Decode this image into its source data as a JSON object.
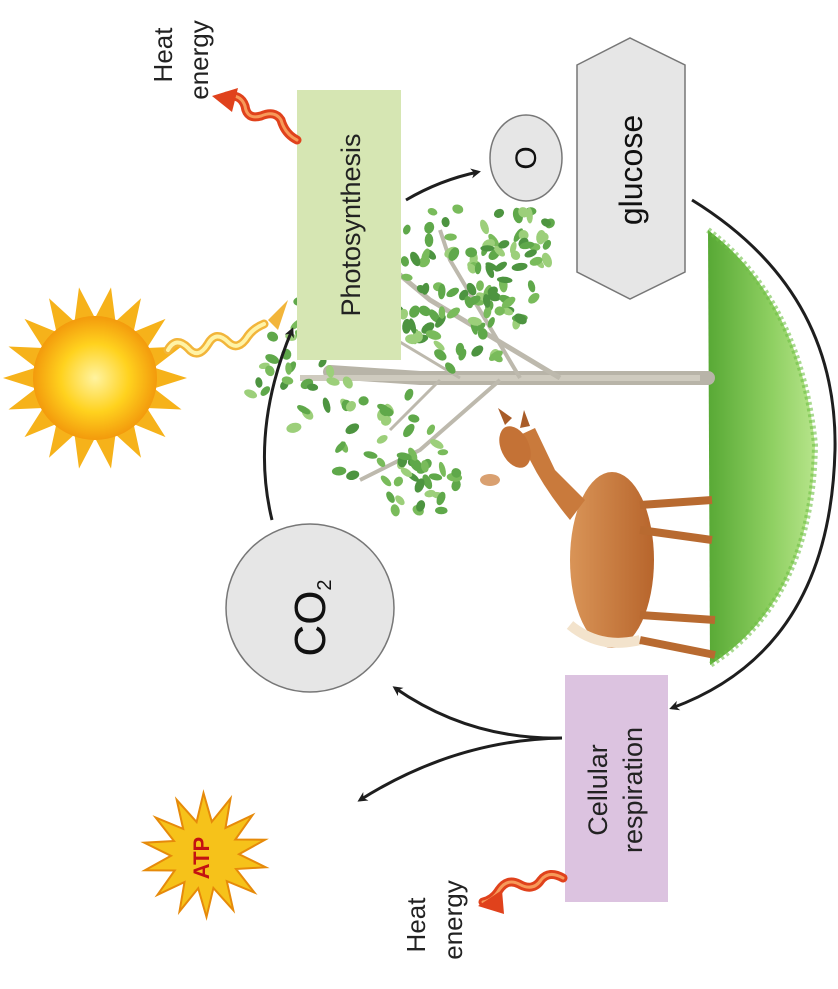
{
  "labels": {
    "heat_top": [
      "Heat",
      "energy"
    ],
    "heat_bottom": [
      "Heat",
      "energy"
    ],
    "photosynthesis": "Photosynthesis",
    "cellular_respiration": [
      "Cellular",
      "respiration"
    ],
    "oxygen": "O",
    "glucose": "glucose",
    "co2_main": "CO",
    "co2_sub": "2",
    "atp": "ATP"
  },
  "colors": {
    "photosynthesis_box": "#d6e6b3",
    "respiration_box": "#dcc3e0",
    "molecule_fill": "#e6e6e6",
    "molecule_stroke": "#777777",
    "heat_arrow": "#e0421c",
    "sun": "#f6a20a",
    "arrow": "#1e1e1e",
    "grass": "#7dc452",
    "deer": "#c4773c",
    "leaf": "#5fa84a"
  }
}
